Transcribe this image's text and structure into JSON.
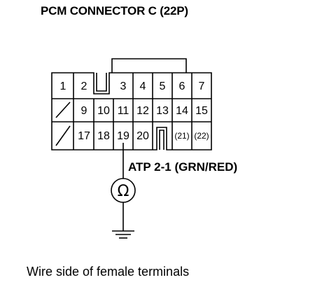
{
  "diagram": {
    "title": "PCM CONNECTOR C (22P)",
    "caption": "Wire side of female terminals",
    "wire_label": "ATP 2-1 (GRN/RED)",
    "ohm_symbol": "Ω",
    "pins": {
      "p1": "1",
      "p2": "2",
      "p3": "3",
      "p4": "4",
      "p5": "5",
      "p6": "6",
      "p7": "7",
      "p9": "9",
      "p10": "10",
      "p11": "11",
      "p12": "12",
      "p13": "13",
      "p14": "14",
      "p15": "15",
      "p17": "17",
      "p18": "18",
      "p19": "19",
      "p20": "20",
      "p21": "(21)",
      "p22": "(22)"
    }
  }
}
